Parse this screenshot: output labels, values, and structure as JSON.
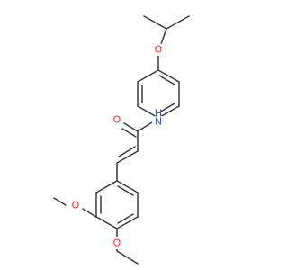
{
  "structure": {
    "atom_labels": {
      "ether_o_top": "O",
      "amide_n": "N",
      "amide_h": "H",
      "carbonyl_o": "O",
      "methoxy_o": "O",
      "ethoxy_o": "O"
    },
    "colors": {
      "bond": "#3a3a3a",
      "carbon": "#3a3a3a",
      "oxygen": "#ff2a2a",
      "nitrogen": "#3050f8",
      "background": "#ffffff"
    }
  }
}
